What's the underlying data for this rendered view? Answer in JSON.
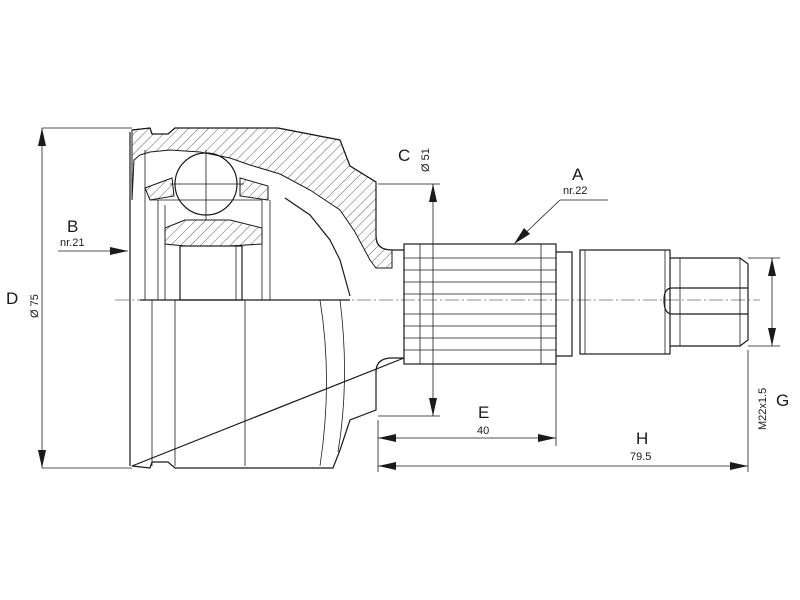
{
  "labels": {
    "A": "A",
    "A_note": "nr.22",
    "B": "B",
    "B_note": "nr.21",
    "C": "C",
    "C_value": "Ø 51",
    "D": "D",
    "D_value": "Ø 75",
    "E": "E",
    "E_value": "40",
    "H": "H",
    "H_value": "79.5",
    "G": "G",
    "G_value": "M22x1.5"
  },
  "colors": {
    "line": "#1a1a1a",
    "background": "#ffffff"
  }
}
